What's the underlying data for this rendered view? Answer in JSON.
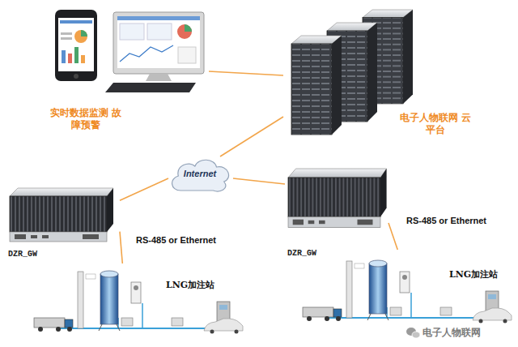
{
  "diagram": {
    "nodes": [
      {
        "text": [
          "实时数据监测 故障预警"
        ]
      },
      {
        "text": [
          "电子人物联网 云平台"
        ]
      },
      {
        "text": [
          "Internet"
        ]
      },
      {
        "text": [
          "DZR_GW"
        ]
      },
      {
        "text": [
          "DZR_GW"
        ]
      },
      {
        "text": [
          "LNG加注站"
        ]
      },
      {
        "text": [
          "LNG加注站"
        ]
      }
    ],
    "edges": [
      {
        "from": 0,
        "to": 1,
        "arrow": "none"
      },
      {
        "from": 1,
        "to": 2,
        "arrow": "none"
      },
      {
        "from": 2,
        "to": 3,
        "arrow": "none"
      },
      {
        "from": 2,
        "to": 4,
        "arrow": "none"
      },
      {
        "from": 3,
        "to": 5,
        "label": "RS-485 or Ethernet",
        "arrow": "none"
      },
      {
        "from": 4,
        "to": 6,
        "label": "RS-485 or Ethernet",
        "arrow": "none"
      }
    ],
    "labels": [
      "电子人物联网"
    ]
  }
}
